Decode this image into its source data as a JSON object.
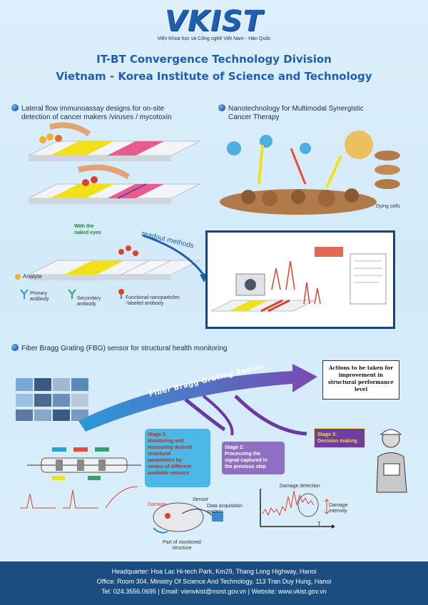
{
  "header": {
    "logo_text": "VKIST",
    "logo_subtitle": "Viện Khoa học và Công nghệ Việt Nam - Hàn Quốc",
    "title_line1": "IT-BT Convergence Technology Division",
    "title_line2": "Vietnam - Korea Institute of Science and Technology"
  },
  "sections": {
    "lateral_flow": {
      "heading_line1": "Lateral flow immunoassay designs for on-site",
      "heading_line2": "detection of cancer makers /viruses / mycotoxin",
      "naked_eyes_line1": "With the",
      "naked_eyes_line2": "naked eyes",
      "readout": "readout methods",
      "legend": {
        "analyte": "Analyte",
        "primary_line1": "Primary",
        "primary_line2": "antibody",
        "secondary_line1": "Secondary",
        "secondary_line2": "antibody",
        "functional_line1": "Functional nanoparticles",
        "functional_line2": "-labeled antibody"
      }
    },
    "nanotech": {
      "heading_line1": "Nanotechnology for Multimodal Synergistic",
      "heading_line2": "Cancer Therapy",
      "label_dying": "Dying cells"
    },
    "fbg": {
      "heading": "Fiber Bragg Grating (FBG) sensor for structural health monitoring",
      "arrow_label": "Fiber Bragg Grating Sensor",
      "actions_line1": "Actions to be taken for",
      "actions_line2": "improvement in",
      "actions_line3": "structural performance",
      "actions_line4": "level",
      "stage1_line1": "Stage 1:",
      "stage1_line2": "Monitoring and",
      "stage1_line3": "measuring desired",
      "stage1_line4": "structural",
      "stage1_line5": "parameters by",
      "stage1_line6": "means of different",
      "stage1_line7": "available sensors",
      "stage2_line1": "Stage 2:",
      "stage2_line2": "Processing the",
      "stage2_line3": "signal captured in",
      "stage2_line4": "the previous step",
      "stage3_line1": "Stage 3:",
      "stage3_line2": "Decision making",
      "damage": "Damage",
      "sensor": "Sensor",
      "daq_line1": "Data acquisition",
      "daq_line2": "system",
      "part_line1": "Part of monitored",
      "part_line2": "structure",
      "damage_detection": "Damage detection",
      "damage_intensity_line1": "Damage",
      "damage_intensity_line2": "intensity",
      "time_axis": "T"
    }
  },
  "footer": {
    "line1": "Headquarter: Hoa Lac Hi-tech Park, Km29, Thang Long Highway, Hanoi",
    "line2": "Office: Room 304, Ministry Of Science And Technology, 113 Tran Duy Hung, Hanoi",
    "line3": "Tel: 024.3556.0695  |  Email: vienvkist@most.gov.vn  |  Website: www.vkist.gov.vn"
  },
  "colors": {
    "brand_blue": "#1f5fb0",
    "footer_bg": "#1b4d80",
    "panel_border": "#16447f",
    "stage1": "#4bb8e8",
    "stage2": "#8f6fc2",
    "stage3": "#6d3ea0"
  }
}
